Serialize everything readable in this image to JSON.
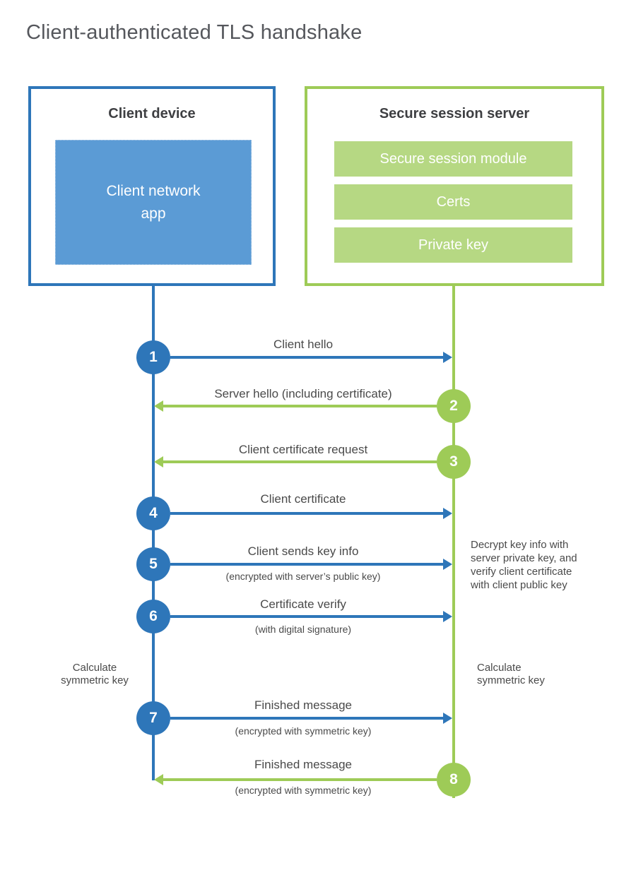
{
  "title": "Client-authenticated TLS handshake",
  "colors": {
    "blue": "#2e76b9",
    "blue_fill": "#5b9bd5",
    "green": "#9ecb57",
    "green_fill": "#b6d883",
    "text_dark": "#3e3f42",
    "text_label": "#4a4a4a",
    "title_gray": "#55575c"
  },
  "client": {
    "title": "Client device",
    "app_label": "Client network\napp"
  },
  "server": {
    "title": "Secure session server",
    "modules": [
      "Secure session module",
      "Certs",
      "Private key"
    ]
  },
  "steps": [
    {
      "num": "1",
      "label": "Client hello",
      "direction": "right"
    },
    {
      "num": "2",
      "label": "Server hello (including certificate)",
      "direction": "left"
    },
    {
      "num": "3",
      "label": "Client certificate request",
      "direction": "left"
    },
    {
      "num": "4",
      "label": "Client certificate",
      "direction": "right"
    },
    {
      "num": "5",
      "label": "Client sends key info",
      "sub": "(encrypted with server’s public key)",
      "direction": "right"
    },
    {
      "num": "6",
      "label": "Certificate verify",
      "sub": "(with digital signature)",
      "direction": "right"
    },
    {
      "num": "7",
      "label": "Finished message",
      "sub": "(encrypted with symmetric key)",
      "direction": "right"
    },
    {
      "num": "8",
      "label": "Finished message",
      "sub": "(encrypted with symmetric key)",
      "direction": "left"
    }
  ],
  "notes": {
    "decrypt": "Decrypt key info with\nserver private key, and\nverify client certificate\nwith client public key",
    "calc_left": "Calculate\nsymmetric key",
    "calc_right": "Calculate\nsymmetric key"
  }
}
